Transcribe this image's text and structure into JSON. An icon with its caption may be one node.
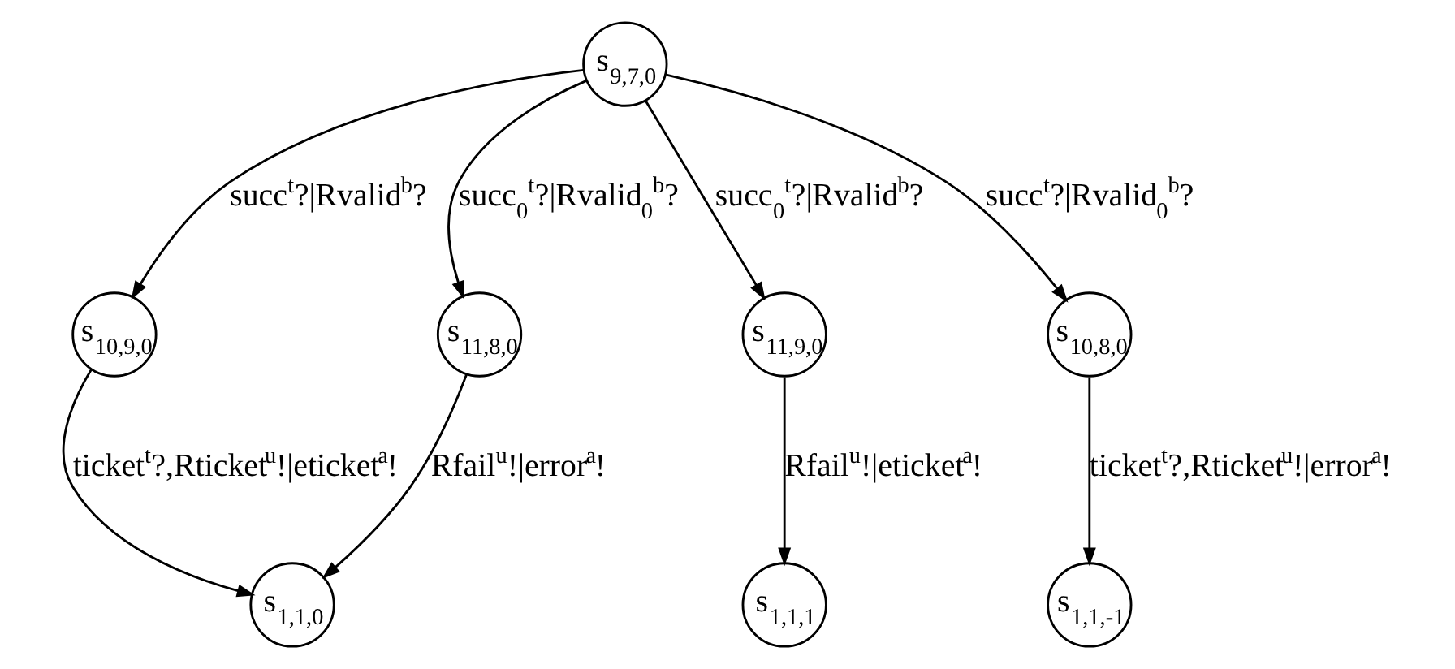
{
  "diagram": {
    "nodes": [
      {
        "text": [
          "s$_{9,7,0}$"
        ]
      },
      {
        "text": [
          "s$_{10,9,0}$"
        ]
      },
      {
        "text": [
          "s$_{11,8,0}$"
        ]
      },
      {
        "text": [
          "s$_{11,9,0}$"
        ]
      },
      {
        "text": [
          "s$_{10,8,0}$"
        ]
      },
      {
        "text": [
          "s$_{1,1,0}$"
        ]
      },
      {
        "text": [
          "s$_{1,1,1}$"
        ]
      },
      {
        "text": [
          "s$_{1,1,-1}$"
        ]
      }
    ],
    "edges": [
      {
        "from": 0,
        "to": 1,
        "arrow": "to",
        "label": "succ$^{t}$?|Rvalid$^{b}$?"
      },
      {
        "from": 0,
        "to": 2,
        "arrow": "to",
        "label": "succ$_{0}$$^{t}$?|Rvalid$_{0}$$^{b}$?"
      },
      {
        "from": 0,
        "to": 3,
        "arrow": "to",
        "label": "succ$_{0}$$^{t}$?|Rvalid$^{b}$?"
      },
      {
        "from": 0,
        "to": 4,
        "arrow": "to",
        "label": "succ$^{t}$?|Rvalid$_{0}$$^{b}$?"
      },
      {
        "from": 1,
        "to": 5,
        "arrow": "to",
        "label": "ticket$^{t}$?,Rticket$^{u}$!|eticket$^{a}$!"
      },
      {
        "from": 2,
        "to": 5,
        "arrow": "to",
        "label": "Rfail$^{u}$!|error$^{a}$!"
      },
      {
        "from": 3,
        "to": 6,
        "arrow": "to",
        "label": "Rfail$^{u}$!|eticket$^{a}$!"
      },
      {
        "from": 4,
        "to": 7,
        "arrow": "to",
        "label": "ticket$^{t}$?,Rticket$^{u}$!|error$^{a}$!"
      }
    ]
  }
}
